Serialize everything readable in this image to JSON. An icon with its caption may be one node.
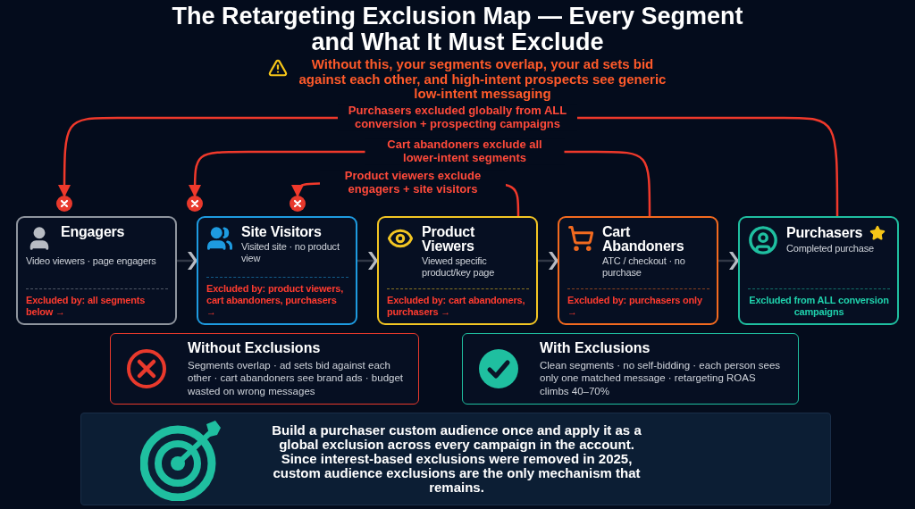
{
  "diagram": {
    "title": "The Retargeting Exclusion Map — Every Segment and What It Must Exclude",
    "nodes": [
      {
        "text": [],
        "shape": "circle"
      },
      {
        "text": [],
        "shape": "circle"
      },
      {
        "text": [],
        "shape": "circle"
      },
      {
        "text": [
          "Engagers",
          "Video viewers · page engagers",
          "Excluded by: all segments below →"
        ]
      },
      {
        "text": [
          "Site Visitors",
          "Visited site · no product view",
          "Excluded by: product viewers, cart abandoners, purchasers →"
        ]
      },
      {
        "text": [
          "Product Viewers",
          "Viewed specific product/key page",
          "Excluded by: cart abandoners, purchasers →"
        ]
      },
      {
        "text": [
          "Cart Abandoners",
          "ATC / checkout · no purchase",
          "Excluded by: purchasers only →"
        ]
      },
      {
        "text": [
          "Purchasers",
          "Completed purchase",
          "Excluded from ALL conversion campaigns"
        ]
      },
      {
        "text": [
          "Without Exclusions",
          "Segments overlap · ad sets bid against each other · cart abandoners see brand ads · budget wasted on wrong messages"
        ]
      },
      {
        "text": [
          "With Exclusions",
          "Clean segments · no self-bidding · each person sees only one matched message · retargeting ROAS climbs 40–70%"
        ]
      },
      {
        "text": [
          "Build a purchaser custom audience once and apply it as a global exclusion across every campaign in the account. Since interest-based exclusions were removed in 2025, custom audience exclusions are the only mechanism that remains."
        ]
      }
    ],
    "edges": [
      {
        "from": 7,
        "to": 0,
        "arrow": "to",
        "label": "Purchasers excluded globally from ALL conversion + prospecting campaigns",
        "color": "#f0392b"
      },
      {
        "from": 6,
        "to": 1,
        "arrow": "to",
        "label": "Cart abandoners exclude all lower-intent segments",
        "color": "#f0392b"
      },
      {
        "from": 5,
        "to": 2,
        "arrow": "to",
        "label": "Product viewers exclude engagers + site visitors",
        "color": "#f0392b"
      },
      {
        "from": 3,
        "to": 4,
        "arrow": "to"
      },
      {
        "from": 4,
        "to": 5,
        "arrow": "to"
      },
      {
        "from": 5,
        "to": 6,
        "arrow": "to"
      },
      {
        "from": 6,
        "to": 7,
        "arrow": "to"
      }
    ],
    "labels": [
      "Without this, your segments overlap, your ad sets bid against each other, and high-intent prospects see generic low-intent messaging"
    ]
  }
}
